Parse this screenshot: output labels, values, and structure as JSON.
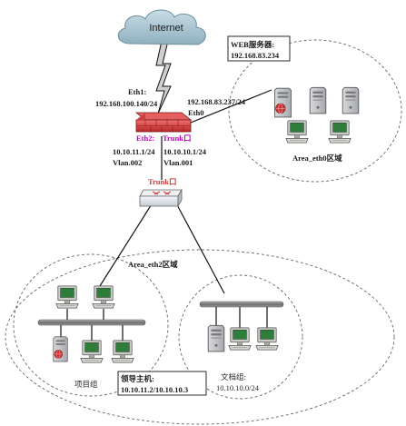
{
  "cloud": {
    "label": "Internet"
  },
  "firewall": {
    "eth1_label": "Eth1:",
    "eth1_ip": "192.168.100.140/24",
    "eth0_ip": "192.168.83.237/24",
    "eth0_label": "Eth0",
    "eth2_label": "Eth2:",
    "trunk_label": "Trunk口",
    "vlan002_ip": "10.10.11.1/24",
    "vlan002": "Vlan.002",
    "vlan001_ip": "10.10.10.1/24",
    "vlan001": "Vlan.001"
  },
  "switch": {
    "trunk_label": "Trunk口"
  },
  "web_server": {
    "title": "WEB服务器:",
    "ip": "192.168.83.234"
  },
  "areas": {
    "eth0": "Area_eth0区域",
    "eth2": "Area_eth2区域"
  },
  "project_group": {
    "label": "项目组",
    "leader_title": "领导主机:",
    "leader_ips": "10.10.11.2/10.10.10.3"
  },
  "doc_group": {
    "label": "文档组:",
    "subnet": "10.10.10.0/24"
  },
  "colors": {
    "cloud_fill": "#a8c4d0",
    "firewall": "#d94040",
    "bus": "#8a8a8a",
    "eth2_label": "#c000c0",
    "trunk_label": "#d23a3a"
  }
}
